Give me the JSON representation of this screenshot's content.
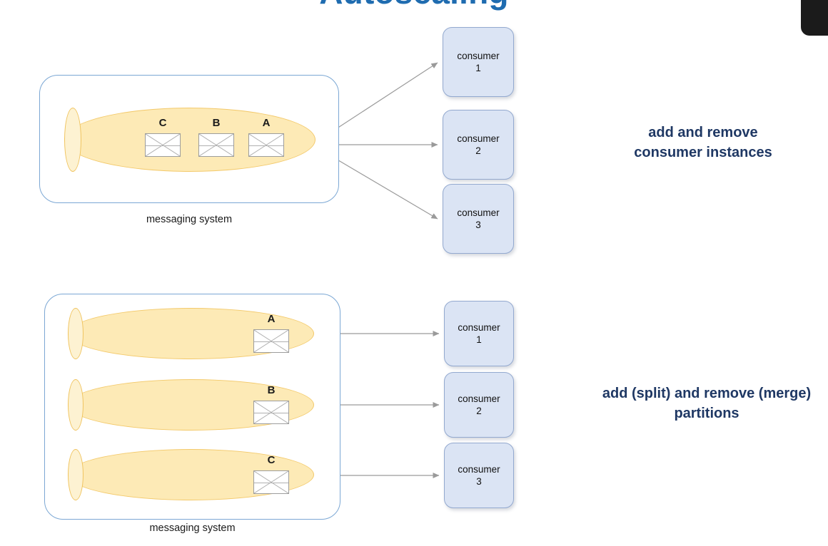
{
  "slide": {
    "title": "Autoscaling",
    "title_color": "#1f6cb0",
    "background": "#ffffff"
  },
  "chrome": {
    "corner_block_color": "#1b1b1b"
  },
  "colors": {
    "container_border": "#7ba7d4",
    "cylinder_fill": "#fdeab6",
    "cylinder_border": "#f3c96a",
    "cylinder_cap_fill": "#fdf2d2",
    "message_box_fill": "#ffffff",
    "message_box_border": "#9d9d9d",
    "consumer_fill": "#dbe4f4",
    "consumer_border": "#93a9cf",
    "arrow": "#9a9a9a",
    "caption_text": "#1f3864",
    "label_text": "#1a1a1a"
  },
  "top_section": {
    "container_label": "messaging system",
    "queue": {
      "messages": [
        {
          "label": "C"
        },
        {
          "label": "B"
        },
        {
          "label": "A"
        }
      ]
    },
    "consumers": [
      {
        "name": "consumer",
        "index": "1"
      },
      {
        "name": "consumer",
        "index": "2"
      },
      {
        "name": "consumer",
        "index": "3"
      }
    ],
    "caption_line1": "add and remove",
    "caption_line2": "consumer instances"
  },
  "bottom_section": {
    "container_label": "messaging system",
    "partitions": [
      {
        "label": "A"
      },
      {
        "label": "B"
      },
      {
        "label": "C"
      }
    ],
    "consumers": [
      {
        "name": "consumer",
        "index": "1"
      },
      {
        "name": "consumer",
        "index": "2"
      },
      {
        "name": "consumer",
        "index": "3"
      }
    ],
    "caption_line1": "add (split) and remove (merge)",
    "caption_line2": "partitions"
  }
}
